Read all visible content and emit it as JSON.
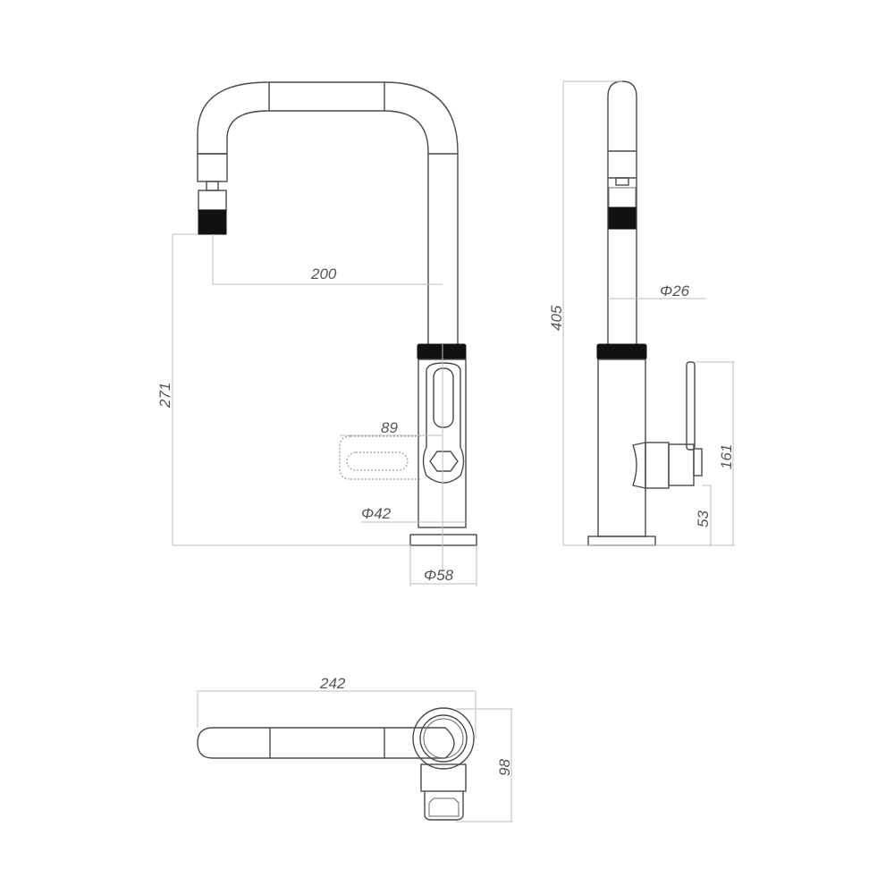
{
  "drawing": {
    "title": "Kitchen mixer tap dimension drawing",
    "views": [
      "front",
      "side",
      "top"
    ],
    "units": "mm",
    "colors": {
      "outline": "#4a4a4a",
      "dimension": "#bdbdbd",
      "accent_black": "#111111",
      "label": "#555555"
    }
  },
  "dimensions": {
    "spout_reach": "200",
    "spout_height": "271",
    "lever_length": "89",
    "body_diameter": "Φ42",
    "base_diameter": "Φ58",
    "overall_height": "405",
    "spout_diameter": "Φ26",
    "lever_height": "161",
    "lever_axis_height": "53",
    "top_length": "242",
    "top_depth": "98"
  }
}
